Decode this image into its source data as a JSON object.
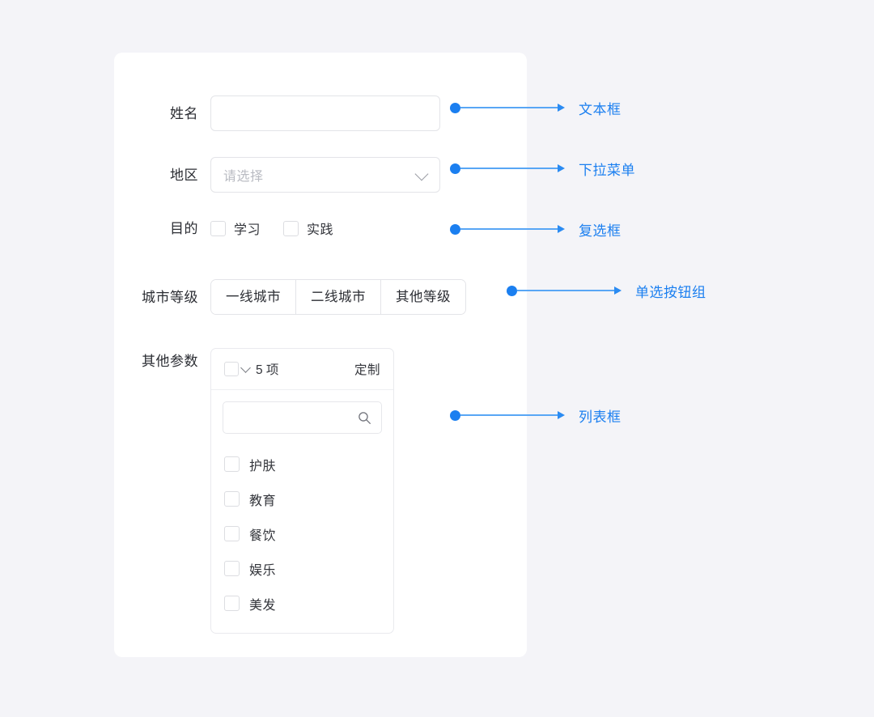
{
  "theme": {
    "page_background": "#f4f4f8",
    "card_background": "#ffffff",
    "accent_blue": "#1b7ff0",
    "line_blue": "#58a6f5",
    "border_gray": "#e3e4e8",
    "text_dark": "#2b2d33",
    "placeholder_gray": "#b9bbc2"
  },
  "form": {
    "rows": [
      {
        "label": "姓名",
        "type": "text-input",
        "value": "",
        "placeholder": ""
      },
      {
        "label": "地区",
        "type": "select",
        "value": "",
        "placeholder": "请选择",
        "chevron": "chevron-down-icon"
      },
      {
        "label": "目的",
        "type": "checkbox-group",
        "options": [
          {
            "label": "学习",
            "checked": false
          },
          {
            "label": "实践",
            "checked": false
          }
        ]
      },
      {
        "label": "城市等级",
        "type": "radio-group",
        "options": [
          {
            "label": "一线城市",
            "selected": false
          },
          {
            "label": "二线城市",
            "selected": false
          },
          {
            "label": "其他等级",
            "selected": false
          }
        ]
      },
      {
        "label": "其他参数",
        "type": "listbox"
      }
    ]
  },
  "listbox": {
    "header": {
      "checkbox_checked": false,
      "chevron": "chevron-down-icon",
      "count_label": "5 项",
      "action_label": "定制"
    },
    "search": {
      "value": "",
      "placeholder": "",
      "icon": "search-icon"
    },
    "items": [
      {
        "label": "护肤",
        "checked": false
      },
      {
        "label": "教育",
        "checked": false
      },
      {
        "label": "餐饮",
        "checked": false
      },
      {
        "label": "娱乐",
        "checked": false
      },
      {
        "label": "美发",
        "checked": false
      }
    ]
  },
  "annotations": [
    {
      "label": "文本框"
    },
    {
      "label": "下拉菜单"
    },
    {
      "label": "复选框"
    },
    {
      "label": "单选按钮组"
    },
    {
      "label": "列表框"
    }
  ]
}
